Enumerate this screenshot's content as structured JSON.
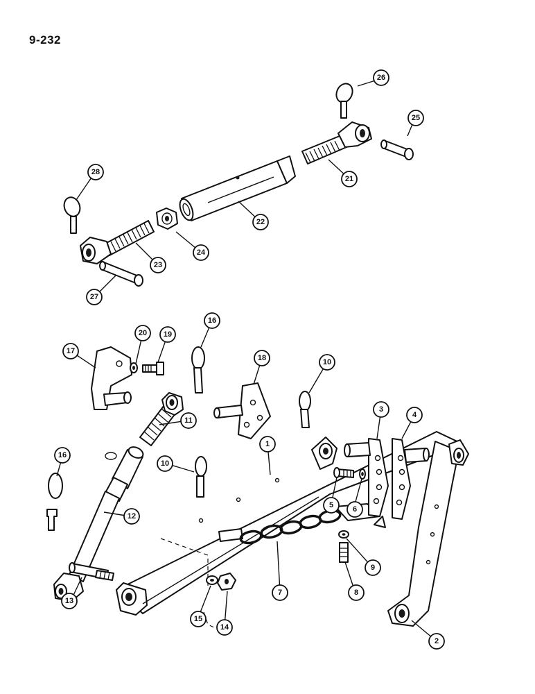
{
  "page_number": "9-232",
  "callouts": [
    {
      "id": "1",
      "label": "1"
    },
    {
      "id": "2",
      "label": "2"
    },
    {
      "id": "3",
      "label": "3"
    },
    {
      "id": "4",
      "label": "4"
    },
    {
      "id": "5",
      "label": "5"
    },
    {
      "id": "6",
      "label": "6"
    },
    {
      "id": "7",
      "label": "7"
    },
    {
      "id": "8",
      "label": "8"
    },
    {
      "id": "9",
      "label": "9"
    },
    {
      "id": "10a",
      "label": "10"
    },
    {
      "id": "10b",
      "label": "10"
    },
    {
      "id": "11",
      "label": "11"
    },
    {
      "id": "12",
      "label": "12"
    },
    {
      "id": "13",
      "label": "13"
    },
    {
      "id": "14",
      "label": "14"
    },
    {
      "id": "15",
      "label": "15"
    },
    {
      "id": "16a",
      "label": "16"
    },
    {
      "id": "16b",
      "label": "16"
    },
    {
      "id": "17",
      "label": "17"
    },
    {
      "id": "18",
      "label": "18"
    },
    {
      "id": "19",
      "label": "19"
    },
    {
      "id": "20",
      "label": "20"
    },
    {
      "id": "21",
      "label": "21"
    },
    {
      "id": "22",
      "label": "22"
    },
    {
      "id": "23",
      "label": "23"
    },
    {
      "id": "24",
      "label": "24"
    },
    {
      "id": "25",
      "label": "25"
    },
    {
      "id": "26",
      "label": "26"
    },
    {
      "id": "27",
      "label": "27"
    },
    {
      "id": "28",
      "label": "28"
    }
  ]
}
